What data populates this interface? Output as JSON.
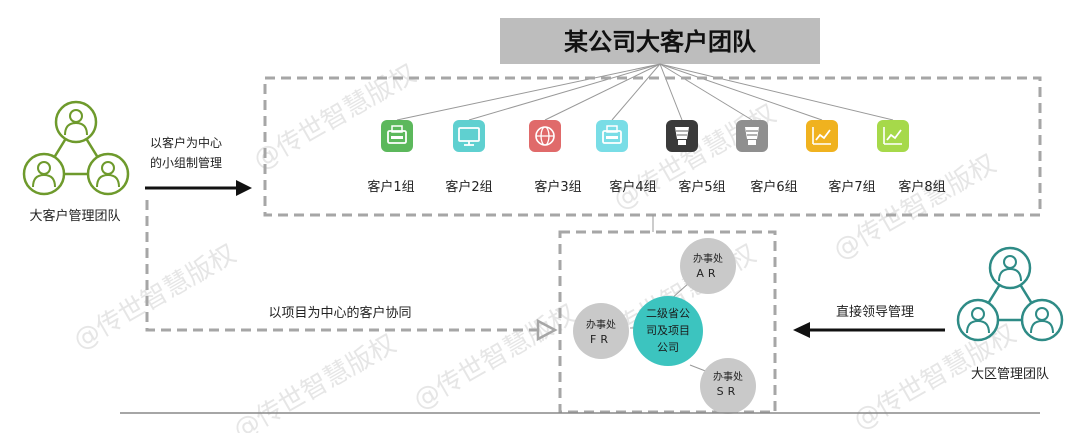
{
  "title": "某公司大客户团队",
  "left_team": {
    "label": "大客户管理团队",
    "color": "#6e9a2c"
  },
  "right_team": {
    "label": "大区管理团队",
    "color": "#2e8b86"
  },
  "arrow_top_label": {
    "line1": "以客户为中心",
    "line2": "的小组制管理"
  },
  "arrow_bottom_label": "以项目为中心的客户协同",
  "arrow_right_label": "直接领导管理",
  "groups": [
    {
      "label": "客户1组",
      "icon": "fax-icon",
      "color": "#5cb85c"
    },
    {
      "label": "客户2组",
      "icon": "monitor-icon",
      "color": "#5fd0d0"
    },
    {
      "label": "客户3组",
      "icon": "globe-icon",
      "color": "#e06a6a"
    },
    {
      "label": "客户4组",
      "icon": "fax-icon",
      "color": "#79dde6"
    },
    {
      "label": "客户5组",
      "icon": "bulb-icon",
      "color": "#3a3a3a"
    },
    {
      "label": "客户6组",
      "icon": "bulb-icon",
      "color": "#8f8f8f"
    },
    {
      "label": "客户7组",
      "icon": "chart-icon",
      "color": "#f0b21f"
    },
    {
      "label": "客户8组",
      "icon": "chart-icon",
      "color": "#a6d94a"
    }
  ],
  "hub": {
    "label_lines": [
      "二级省公",
      "司及项目",
      "公司"
    ],
    "color": "#3cc4bf"
  },
  "offices": [
    {
      "name": "办事处",
      "code": "AR"
    },
    {
      "name": "办事处",
      "code": "FR"
    },
    {
      "name": "办事处",
      "code": "SR"
    }
  ],
  "watermark": "@传世智慧版权"
}
